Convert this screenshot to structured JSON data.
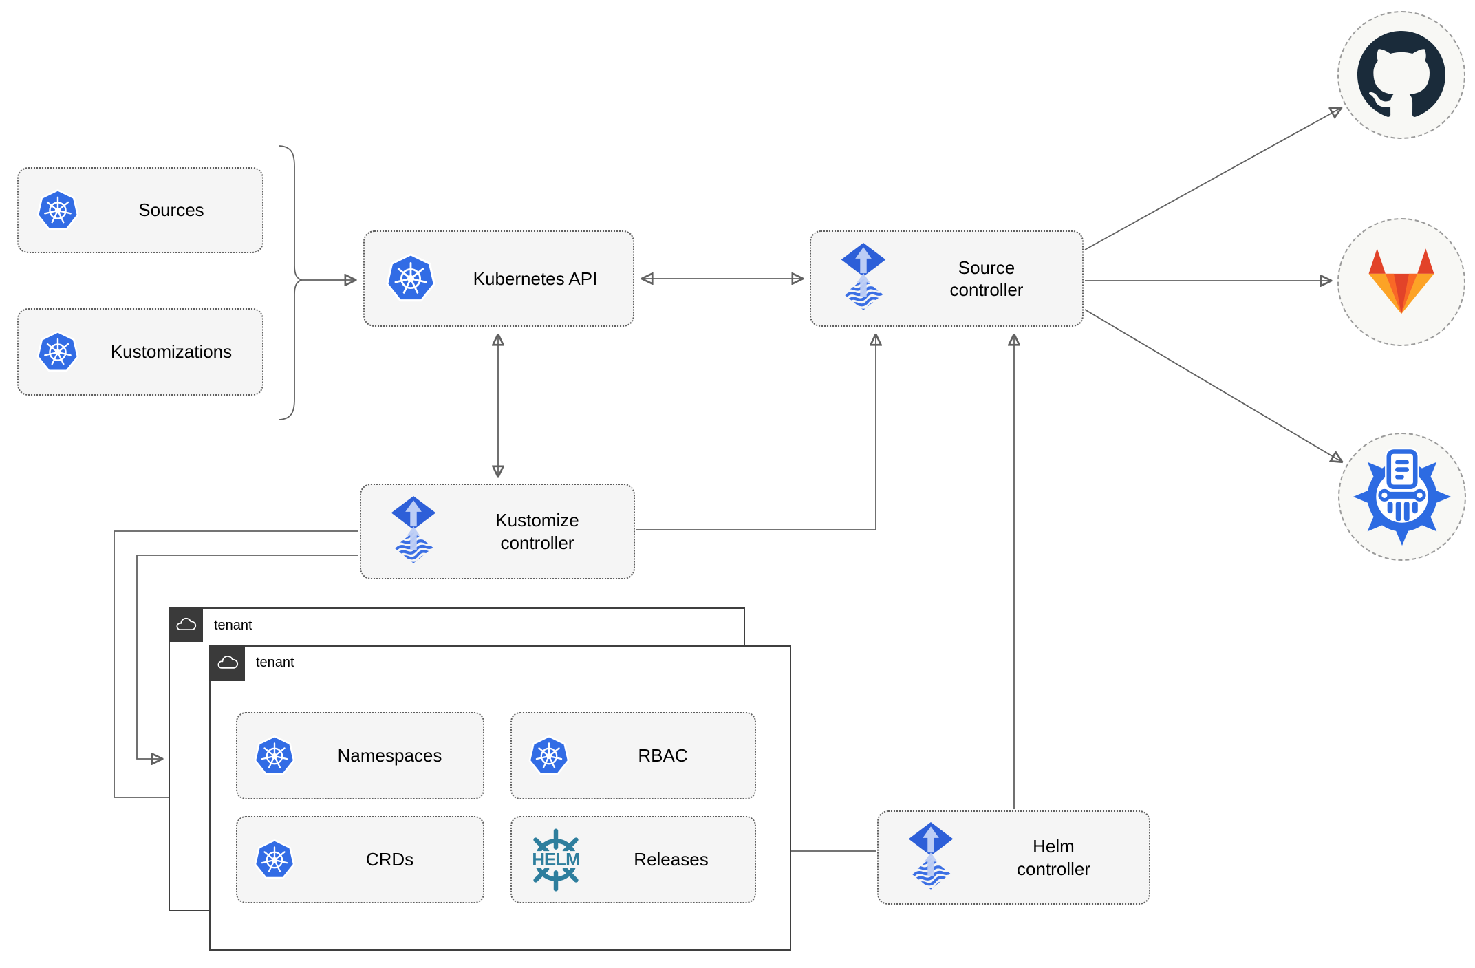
{
  "title": "Flux GitOps multi-tenancy architecture diagram",
  "nodes": {
    "sources": {
      "label": "Sources",
      "icon": "kubernetes-icon"
    },
    "kustomizations": {
      "label": "Kustomizations",
      "icon": "kubernetes-icon"
    },
    "kubernetes_api": {
      "label": "Kubernetes API",
      "icon": "kubernetes-icon"
    },
    "source_controller": {
      "label": "Source controller",
      "icon": "flux-icon"
    },
    "kustomize_controller": {
      "label": "Kustomize controller",
      "icon": "flux-icon"
    },
    "helm_controller": {
      "label": "Helm controller",
      "icon": "flux-icon"
    },
    "tenant_back": {
      "label": "tenant",
      "icon": "cloud-icon"
    },
    "tenant_front": {
      "label": "tenant",
      "icon": "cloud-icon"
    },
    "namespaces": {
      "label": "Namespaces",
      "icon": "kubernetes-icon"
    },
    "rbac": {
      "label": "RBAC",
      "icon": "kubernetes-icon"
    },
    "crds": {
      "label": "CRDs",
      "icon": "kubernetes-icon"
    },
    "releases": {
      "label": "Releases",
      "icon": "helm-icon"
    }
  },
  "endpoints": {
    "github": {
      "icon": "github-icon"
    },
    "gitlab": {
      "icon": "gitlab-icon"
    },
    "kustomize": {
      "icon": "kustomize-icon"
    }
  },
  "icons": {
    "helm_text": "HELM"
  },
  "edges": [
    {
      "from": "sources-and-kustomizations-brace",
      "to": "kubernetes_api",
      "type": "arrow"
    },
    {
      "from": "kubernetes_api",
      "to": "source_controller",
      "type": "double-arrow"
    },
    {
      "from": "kubernetes_api",
      "to": "kustomize_controller",
      "type": "double-arrow"
    },
    {
      "from": "kustomize_controller",
      "to": "source_controller",
      "type": "arrow"
    },
    {
      "from": "helm_controller",
      "to": "source_controller",
      "type": "arrow"
    },
    {
      "from": "source_controller",
      "to": "github",
      "type": "arrow"
    },
    {
      "from": "source_controller",
      "to": "gitlab",
      "type": "arrow"
    },
    {
      "from": "source_controller",
      "to": "kustomize",
      "type": "arrow"
    },
    {
      "from": "kustomize_controller",
      "to": "tenant_back",
      "type": "arrow"
    },
    {
      "from": "kustomize_controller",
      "to": "tenant_front",
      "type": "arrow"
    },
    {
      "from": "helm_controller",
      "to": "releases",
      "type": "arrow"
    }
  ],
  "colors": {
    "kubernetes_blue": "#326CE5",
    "flux_blue": "#2d5fd8",
    "flux_light_arrow": "#bccdf5",
    "helm_teal": "#2e7e9d",
    "github_dark": "#1a2b3a",
    "gitlab_red": "#e24329",
    "gitlab_orange": "#fc6d26",
    "gitlab_yellow": "#fca326",
    "kustomize_blue": "#2d6be2",
    "node_fill": "#f5f5f5",
    "line_gray": "#616161",
    "tenant_border": "#3f3f3f",
    "badge_background": "#3a3a3a"
  }
}
